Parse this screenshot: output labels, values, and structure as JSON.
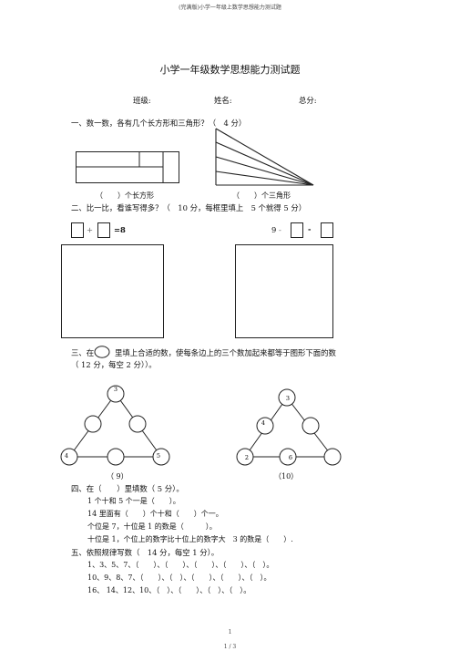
{
  "header": {
    "top_title": "(完满版)小学一年级上数学思想能力测试题"
  },
  "title": "小学一年级数学思想能力测试题",
  "info": {
    "class_label": "班级:",
    "name_label": "姓名:",
    "score_label": "总分:"
  },
  "q1": {
    "heading": "一、数一数，各有几个长方形和三角形？（　4 分）",
    "rect_answer": "（　　）个长方形",
    "tri_answer": "（　　）个三角形"
  },
  "q2": {
    "heading": "二、比一比，看谁写得多？（　10 分，每框里填上　5 个就得 5 分）",
    "left_plus": "+",
    "left_eq": "=8",
    "right_nine": "9",
    "right_minus": "-",
    "right_minus2": "-"
  },
  "q3": {
    "heading_a": "三、在",
    "heading_b": "里填上合适的数，使每条边上的三个数加起来都等于图形下面的数",
    "heading_c": "（ 12 分，每空 2 分））。",
    "left": {
      "top": "3",
      "bottom_left": "4",
      "bottom_right": "5",
      "sum": "（ 9）"
    },
    "right": {
      "top": "3",
      "mid_left": "4",
      "bottom_left": "2",
      "bottom_mid": "6",
      "sum": "（10）"
    }
  },
  "q4": {
    "heading": "四、在（　　）里填数（ 5 分）。",
    "lines": [
      "1 个十和 5 个一是（　　）。",
      "14 里面有（　　）个十和（　　）个一。",
      "个位是 7，十位是 1 的数是（　　　）。",
      "十位是 1，个位上的数字比十位上的数字大　3 的数是（　　）."
    ]
  },
  "q5": {
    "heading": "五、依照规律写数（　14 分，每空 1 分）。",
    "lines": [
      "1、3、5、7、（　　）、（　　）、（　　）、（　　）、（　）。",
      "10、9、8、7、（　　）、（　）、（　　）、（　　）、（　）。",
      "16、 14、12、10、（　）、（　　）、（　）、（　）。"
    ]
  },
  "footer": {
    "page_num": "1",
    "page_of": "1 / 3"
  }
}
